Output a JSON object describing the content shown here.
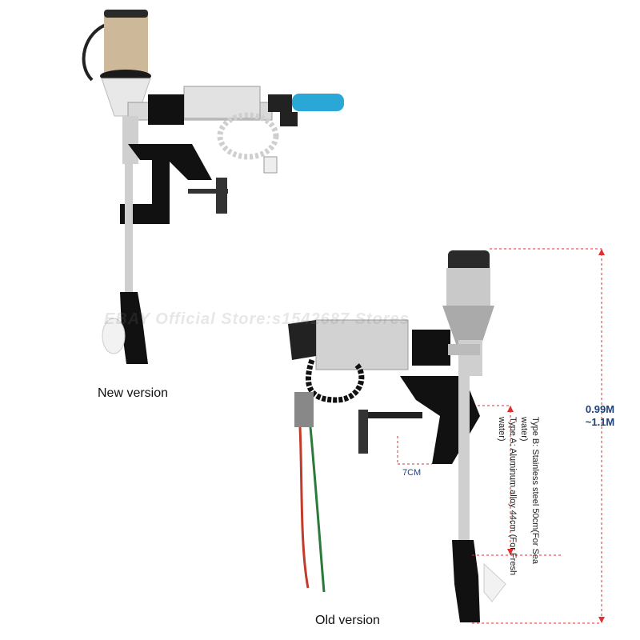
{
  "captions": {
    "new_version": "New version",
    "old_version": "Old version"
  },
  "dimensions": {
    "total_height": "0.99M\n~1.1M",
    "clamp_offset": "7CM",
    "shaft_type_b": "Type B: Stainless steel 50cm(For Sea water)",
    "shaft_type_a": "Type A: Aluminum alloy 44cm (For Fresh water)"
  },
  "watermark": "EBAY Official Store:s1542687 Stores",
  "colors": {
    "dim_line": "#e03030",
    "dim_text": "#1f3f7a",
    "grip": "#29a8d8",
    "motor_body": "#c8b8a0"
  }
}
